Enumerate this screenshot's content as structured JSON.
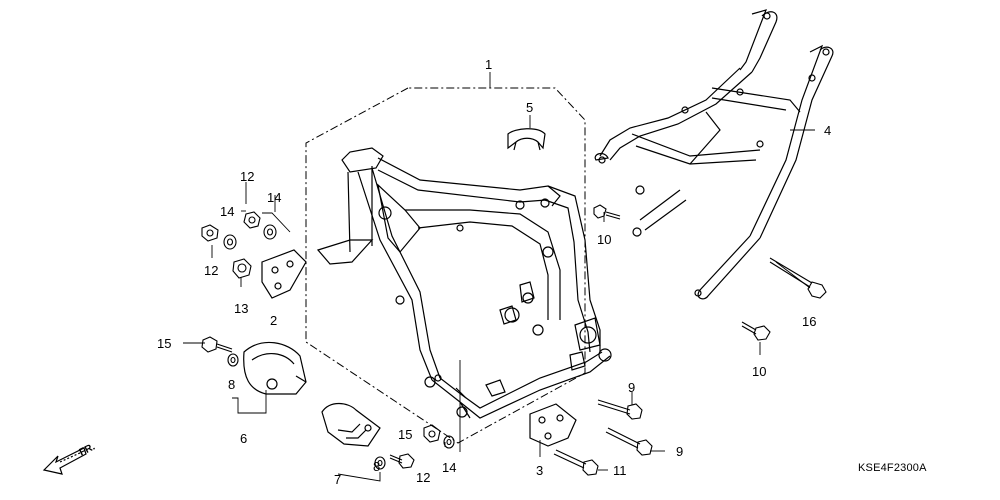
{
  "diagram": {
    "callouts": {
      "c1": "1",
      "c2": "2",
      "c3": "3",
      "c4": "4",
      "c5": "5",
      "c6": "6",
      "c7": "7",
      "c8a": "8",
      "c8b": "8",
      "c9a": "9",
      "c9b": "9",
      "c10a": "10",
      "c10b": "10",
      "c11": "11",
      "c12a": "12",
      "c12b": "12",
      "c12c": "12",
      "c13": "13",
      "c14a": "14",
      "c14b": "14",
      "c14c": "14",
      "c15a": "15",
      "c15b": "15",
      "c16": "16"
    },
    "direction_label": "FR.",
    "diagram_code": "KSE4F2300A"
  }
}
